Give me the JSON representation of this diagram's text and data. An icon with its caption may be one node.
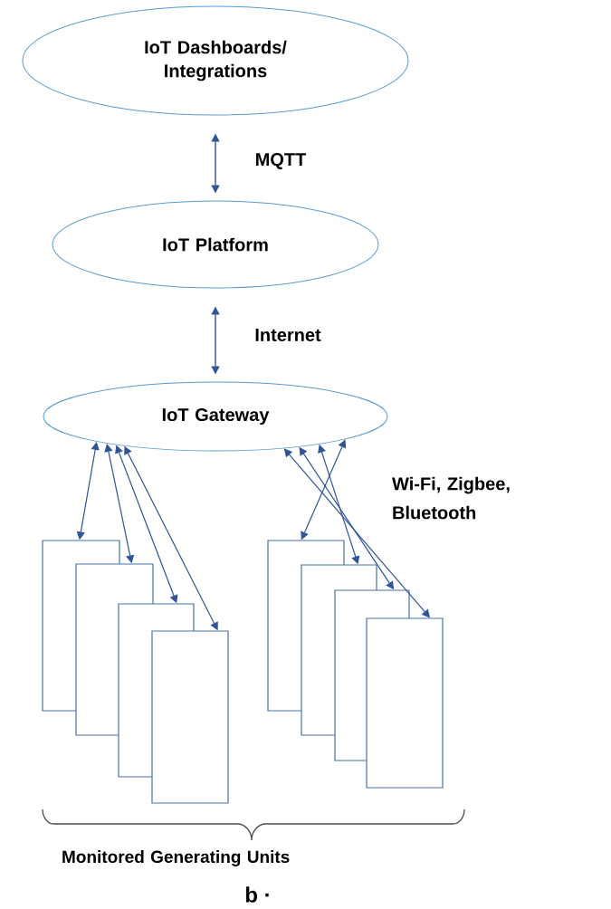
{
  "diagram": {
    "caption": "b ·",
    "nodes": [
      {
        "text": [
          "IoT Dashboards/ Integrations"
        ]
      },
      {
        "text": [
          "IoT Platform"
        ]
      },
      {
        "text": [
          "IoT Gateway"
        ]
      },
      {
        "text": [],
        "shape": "box"
      },
      {
        "text": [],
        "shape": "box"
      },
      {
        "text": [],
        "shape": "box"
      },
      {
        "text": [],
        "shape": "box"
      },
      {
        "text": [],
        "shape": "box"
      },
      {
        "text": [],
        "shape": "box"
      },
      {
        "text": [],
        "shape": "box"
      },
      {
        "text": [],
        "shape": "box"
      }
    ],
    "edges": [
      {
        "from": 0,
        "to": 1,
        "arrow": "both",
        "label": "MQTT"
      },
      {
        "from": 1,
        "to": 2,
        "arrow": "both",
        "label": "Internet"
      },
      {
        "from": 2,
        "to": 3,
        "arrow": "both"
      },
      {
        "from": 2,
        "to": 4,
        "arrow": "both"
      },
      {
        "from": 2,
        "to": 5,
        "arrow": "both"
      },
      {
        "from": 2,
        "to": 6,
        "arrow": "both"
      },
      {
        "from": 2,
        "to": 7,
        "arrow": "both"
      },
      {
        "from": 2,
        "to": 8,
        "arrow": "both"
      },
      {
        "from": 2,
        "to": 9,
        "arrow": "both"
      },
      {
        "from": 2,
        "to": 10,
        "arrow": "both"
      }
    ],
    "labels": [
      "Wi-Fi, Zigbee, Bluetooth",
      "Monitored Generating Units"
    ]
  }
}
